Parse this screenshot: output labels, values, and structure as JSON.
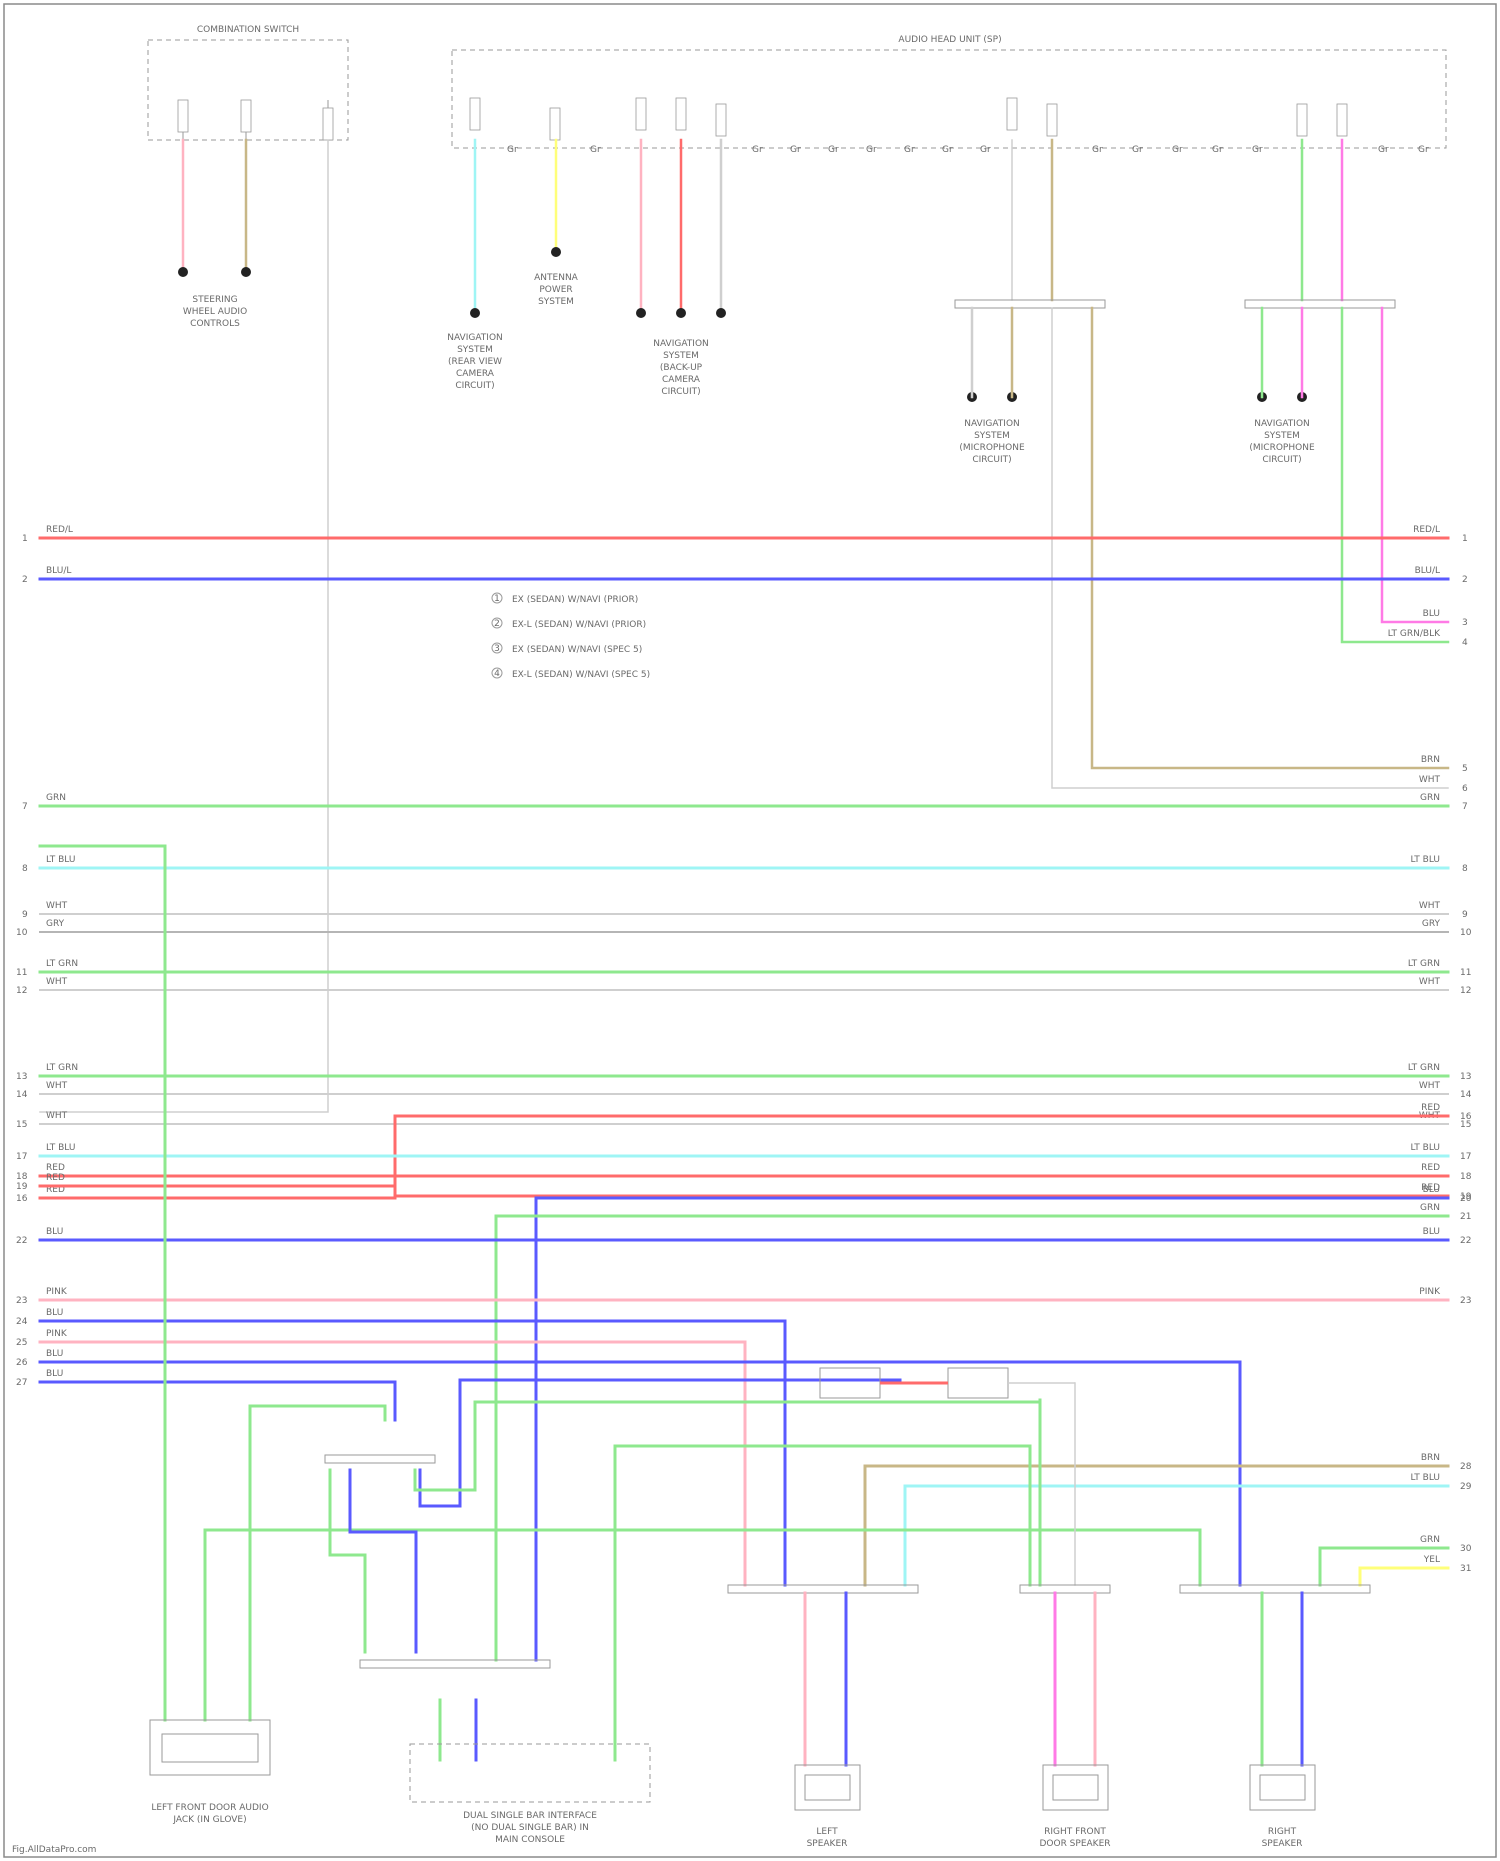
{
  "modules": {
    "combination_switch": "COMBINATION SWITCH",
    "audio_head_unit": "AUDIO HEAD UNIT (SP)"
  },
  "circuit_refs": {
    "steering_switches": [
      "STEERING",
      "WHEEL AUDIO",
      "CONTROLS"
    ],
    "antenna": [
      "ANTENNA",
      "POWER",
      "SYSTEM"
    ],
    "navigation_rear_view": [
      "NAVIGATION",
      "SYSTEM",
      "(REAR VIEW",
      "CAMERA",
      "CIRCUIT)"
    ],
    "navigation_backup": [
      "NAVIGATION",
      "SYSTEM",
      "(BACK-UP",
      "CAMERA",
      "CIRCUIT)"
    ],
    "navigation_mid": [
      "NAVIGATION",
      "SYSTEM",
      "(MICROPHONE",
      "CIRCUIT)"
    ],
    "navigation_right": [
      "NAVIGATION",
      "SYSTEM",
      "(MICROPHONE",
      "CIRCUIT)"
    ]
  },
  "legend": [
    "EX (SEDAN) W/NAVI (PRIOR)",
    "EX-L (SEDAN) W/NAVI (PRIOR)",
    "EX (SEDAN) W/NAVI (SPEC 5)",
    "EX-L (SEDAN) W/NAVI (SPEC 5)"
  ],
  "bottom_components": {
    "left_unit": [
      "LEFT FRONT DOOR AUDIO",
      "JACK (IN GLOVE)"
    ],
    "center_unit": [
      "DUAL SINGLE BAR INTERFACE",
      "(NO DUAL SINGLE BAR) IN",
      "MAIN CONSOLE"
    ],
    "left_speaker": [
      "LEFT",
      "SPEAKER"
    ],
    "right_front_speaker": [
      "RIGHT FRONT",
      "DOOR SPEAKER"
    ],
    "right_speaker": [
      "RIGHT",
      "SPEAKER"
    ]
  },
  "footer": "Fig.AllDataPro.com",
  "colors": {
    "red": "#ff6b6b",
    "pink": "#ffb3c1",
    "blue": "#5a5aff",
    "green": "#8ee88e",
    "lightblue": "#9ff5f5",
    "white": "#cfcfcf",
    "tan": "#c8b787",
    "yellow": "#ffff7a",
    "magenta": "#ff7ae6"
  },
  "horizontal_wires": [
    {
      "row": "1",
      "left_label": "RED/L",
      "right_label": "RED/L",
      "color": "red"
    },
    {
      "row": "2",
      "left_label": "BLU/L",
      "right_label": "BLU/L",
      "color": "blue"
    },
    {
      "row": "3",
      "left_label": "",
      "right_label": "BLU",
      "color": "magenta"
    },
    {
      "row": "4",
      "left_label": "",
      "right_label": "LT GRN/BLK",
      "color": "green"
    },
    {
      "row": "5",
      "left_label": "",
      "right_label": "BRN",
      "color": "tan"
    },
    {
      "row": "6",
      "left_label": "",
      "right_label": "WHT",
      "color": "white"
    },
    {
      "row": "7",
      "left_label": "GRN",
      "right_label": "GRN",
      "color": "green"
    },
    {
      "row": "8",
      "left_label": "LT BLU",
      "right_label": "LT BLU",
      "color": "lightblue"
    },
    {
      "row": "9",
      "left_label": "WHT",
      "right_label": "WHT",
      "color": "white"
    },
    {
      "row": "10",
      "left_label": "GRY",
      "right_label": "GRY",
      "color": "white"
    },
    {
      "row": "11",
      "left_label": "LT GRN",
      "right_label": "LT GRN",
      "color": "green"
    },
    {
      "row": "12",
      "left_label": "WHT",
      "right_label": "WHT",
      "color": "white"
    },
    {
      "row": "13",
      "left_label": "LT GRN",
      "right_label": "LT GRN",
      "color": "green"
    },
    {
      "row": "14",
      "left_label": "WHT",
      "right_label": "WHT",
      "color": "white"
    },
    {
      "row": "15",
      "left_label": "WHT",
      "right_label": "WHT",
      "color": "white"
    },
    {
      "row": "16",
      "left_label": "RED",
      "right_label": "RED",
      "color": "red"
    },
    {
      "row": "17",
      "left_label": "LT BLU",
      "right_label": "LT BLU",
      "color": "lightblue"
    },
    {
      "row": "18",
      "left_label": "RED",
      "right_label": "RED",
      "color": "red"
    },
    {
      "row": "19",
      "left_label": "RED",
      "right_label": "RED",
      "color": "red"
    },
    {
      "row": "20",
      "left_label": "",
      "right_label": "BLU",
      "color": "blue"
    },
    {
      "row": "21",
      "left_label": "",
      "right_label": "GRN",
      "color": "green"
    },
    {
      "row": "22",
      "left_label": "BLU",
      "right_label": "BLU",
      "color": "blue"
    },
    {
      "row": "23",
      "left_label": "PINK",
      "right_label": "PINK",
      "color": "pink"
    },
    {
      "row": "24",
      "left_label": "BLU",
      "right_label": "",
      "color": "blue"
    },
    {
      "row": "25",
      "left_label": "PINK",
      "right_label": "",
      "color": "pink"
    },
    {
      "row": "26",
      "left_label": "BLU",
      "right_label": "",
      "color": "blue"
    },
    {
      "row": "27",
      "left_label": "BLU",
      "right_label": "",
      "color": "blue"
    },
    {
      "row": "28",
      "left_label": "",
      "right_label": "BRN",
      "color": "tan"
    },
    {
      "row": "29",
      "left_label": "",
      "right_label": "LT BLU",
      "color": "lightblue"
    },
    {
      "row": "30",
      "left_label": "",
      "right_label": "GRN",
      "color": "green"
    },
    {
      "row": "31",
      "left_label": "",
      "right_label": "YEL",
      "color": "yellow"
    }
  ]
}
